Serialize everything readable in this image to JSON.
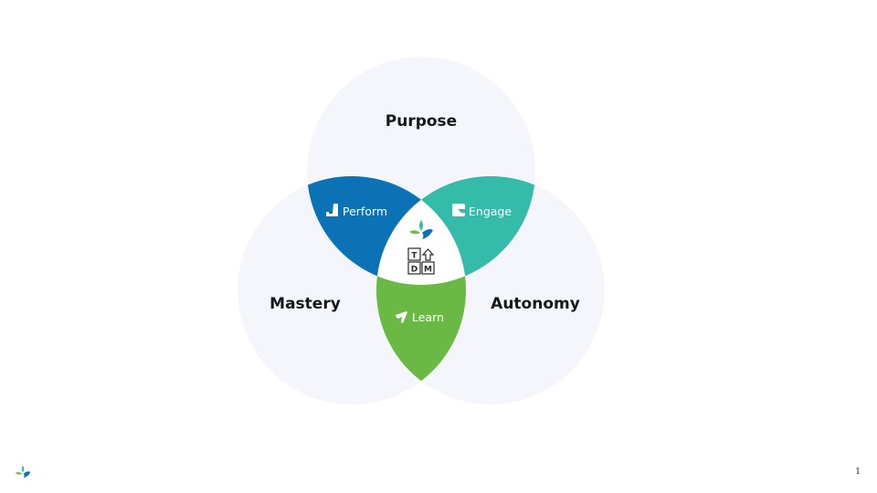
{
  "diagram": {
    "type": "venn",
    "circles": [
      {
        "id": "purpose",
        "label": "Purpose"
      },
      {
        "id": "mastery",
        "label": "Mastery"
      },
      {
        "id": "autonomy",
        "label": "Autonomy"
      }
    ],
    "intersections": [
      {
        "id": "perform",
        "label": "Perform",
        "sets": [
          "purpose",
          "mastery"
        ],
        "color": "#0a72b5",
        "icon": "perform-icon"
      },
      {
        "id": "engage",
        "label": "Engage",
        "sets": [
          "purpose",
          "autonomy"
        ],
        "color": "#35bba9",
        "icon": "engage-icon"
      },
      {
        "id": "learn",
        "label": "Learn",
        "sets": [
          "mastery",
          "autonomy"
        ],
        "color": "#6ab945",
        "icon": "learn-icon"
      }
    ],
    "center": {
      "sets": [
        "purpose",
        "mastery",
        "autonomy"
      ],
      "icons": [
        "sprout-logo-icon",
        "tdm-blocks-icon"
      ],
      "blocks": [
        "T",
        "D",
        "M"
      ]
    },
    "colors": {
      "circle_fill": "#f5f6fb",
      "center_fill": "#ffffff",
      "label_text": "#14181c"
    }
  },
  "footer": {
    "page_number": "1",
    "logo": "sprout-logo-icon"
  }
}
